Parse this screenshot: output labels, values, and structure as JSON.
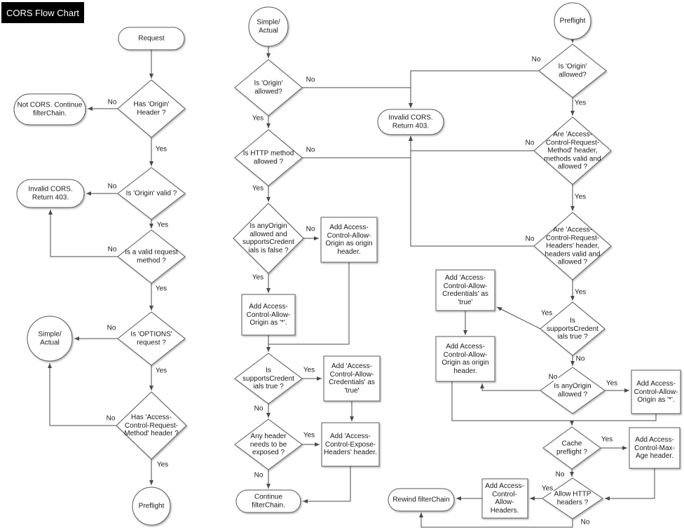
{
  "title": "CORS Flow Chart",
  "labels": {
    "yes": "Yes",
    "no": "No"
  },
  "nodes": {
    "request": "Request",
    "has_origin_header": "Has 'Origin' Header ?",
    "not_cors": "Not CORS. Continue filterChain.",
    "is_origin_valid": "Is 'Origin' valid ?",
    "invalid_cors_left": "Invalid CORS. Return 403.",
    "is_valid_request_method": "Is a valid request method ?",
    "is_options_request": "Is 'OPTIONS' request ?",
    "simple_actual_left": "Simple/ Actual",
    "has_acrm_header": "Has 'Access-Control-Request-Method' header ?",
    "preflight_left": "Preflight",
    "simple_actual_mid": "Simple/ Actual",
    "mid_is_origin_allowed": "Is 'Origin' allowed?",
    "invalid_cors_mid": "Invalid CORS. Return 403.",
    "mid_is_http_method_allowed": "Is HTTP method allowed ?",
    "mid_anyorigin_credentials": "Is anyOrigin allowed and supportsCredent ials is false ?",
    "mid_add_origin_header": "Add Access-Control-Allow-Origin as origin header.",
    "mid_add_origin_star": "Add Access-Control-Allow-Origin as '*'.",
    "mid_supports_credentials": "Is supportsCredent ials true ?",
    "mid_add_credentials_true": "Add 'Access-Control-Allow-Credentials' as 'true'",
    "mid_any_header_exposed": "Any header needs to be exposed ?",
    "mid_add_expose_headers": "Add 'Access-Control-Expose-Headers' header.",
    "continue_filterchain": "Continue filterChain.",
    "preflight_right": "Preflight",
    "right_is_origin_allowed": "Is 'Origin' allowed?",
    "right_acrm_valid": "Are 'Access-Control-Request-Method' header, methods valid and allowed ?",
    "right_acrh_valid": "Are 'Access-Control-Request-Headers' header, headers valid and allowed ?",
    "right_supports_credentials": "Is supportsCredent ials true ?",
    "right_add_credentials_true": "Add 'Access-Control-Allow-Credentials' as 'true'",
    "right_add_origin_header": "Add Access-Control-Allow-Origin as origin header.",
    "right_is_anyorigin_allowed": "Is anyOrigin allowed ?",
    "right_add_origin_star": "Add Access-Control-Allow-Origin as '*'.",
    "cache_preflight": "Cache preflight ?",
    "add_max_age_header": "Add Access-Control-Max-Age header.",
    "allow_http_headers": "Allow HTTP headers ?",
    "add_allow_headers": "Add Access-Control-Allow-Headers.",
    "rewind_filterchain": "Rewind filterChain"
  }
}
